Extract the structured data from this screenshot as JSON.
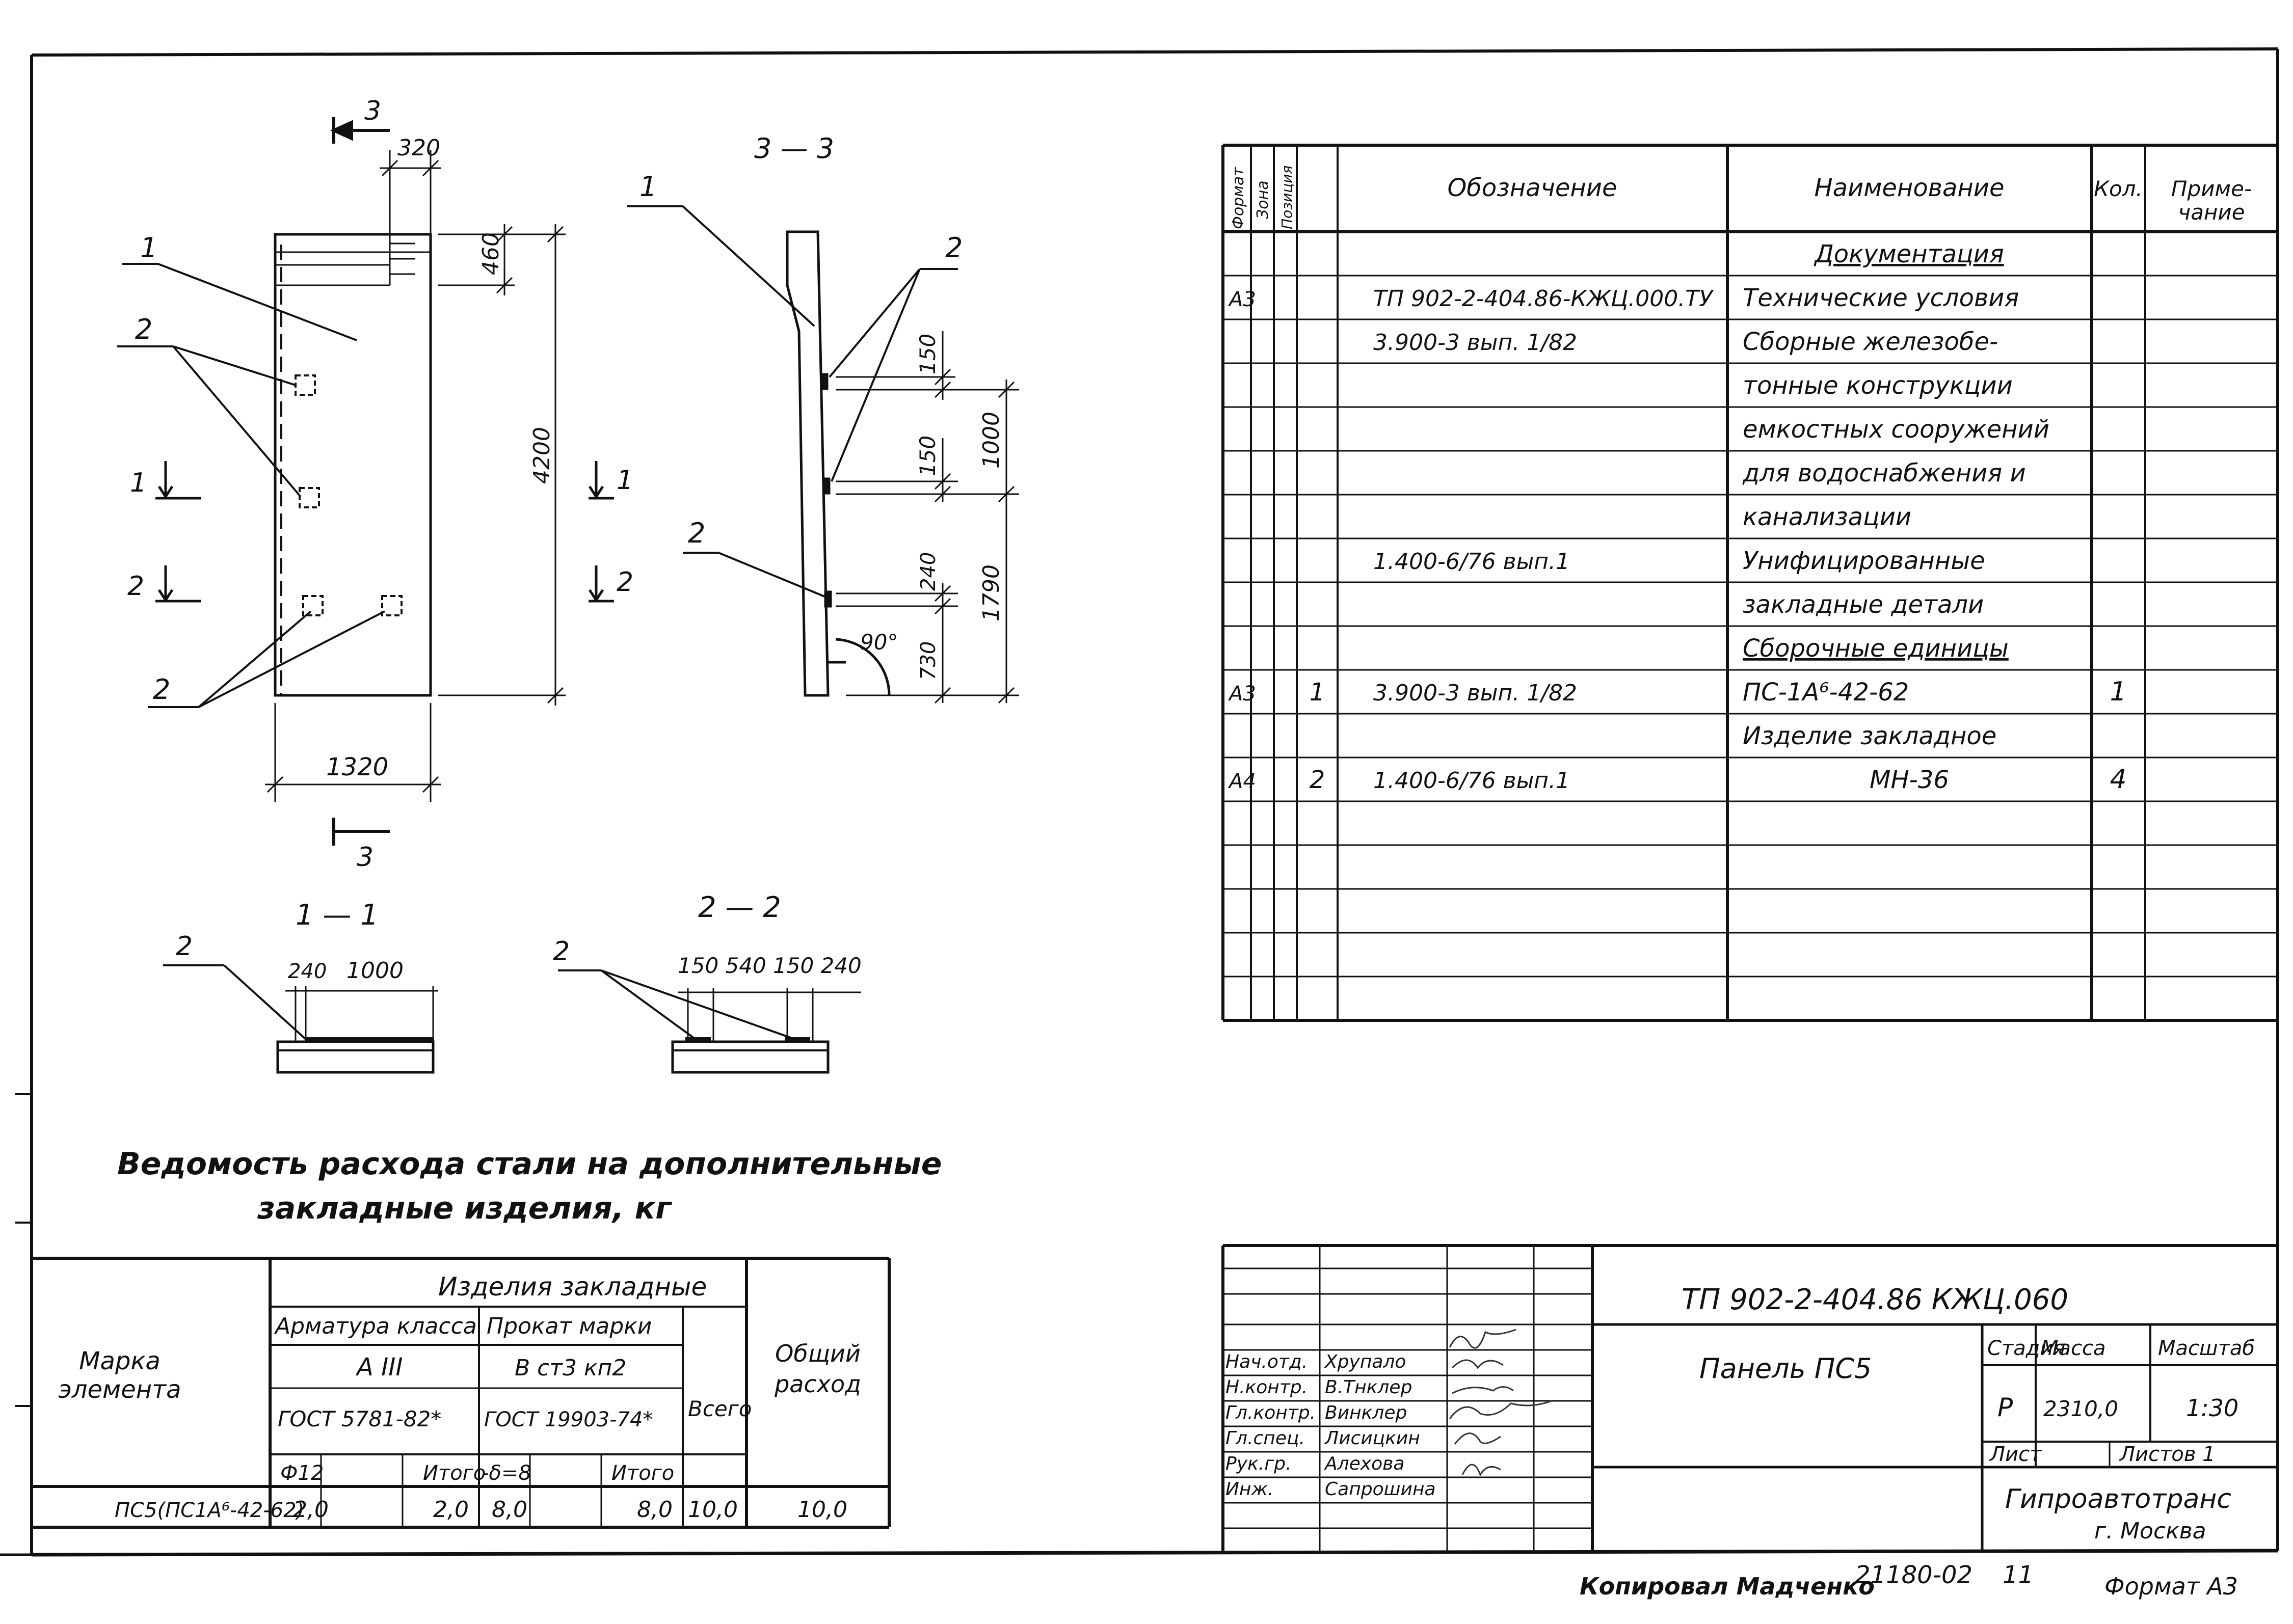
{
  "drawing": {
    "section_marks": {
      "top_mark": "3",
      "bottom_mark": "3",
      "view_33_title": "3 — 3",
      "view_11_title": "1 — 1",
      "view_22_title": "2 — 2",
      "cut_1_left": "1",
      "cut_2_left": "2",
      "cut_1_right": "1",
      "cut_2_right": "2"
    },
    "callouts": {
      "p1_front": "1",
      "p2_front": "2",
      "p2_front_low": "2",
      "p1_side": "1",
      "p2_side_top": "2",
      "p2_side_low": "2",
      "p2_view11": "2",
      "p2_view22": "2"
    },
    "dims": {
      "d320": "320",
      "d460": "460",
      "d4200": "4200",
      "d1320": "1320",
      "d150a": "150",
      "d150b": "150",
      "d240": "240",
      "d730": "730",
      "d1000": "1000",
      "d1790": "1790",
      "angle": "90°",
      "v11_240": "240",
      "v11_1000": "1000",
      "v22_seq": "150 540 150 240"
    }
  },
  "spec_table": {
    "headers": {
      "format": "Формат",
      "zone": "Зона",
      "position": "Позиция",
      "designation": "Обозначение",
      "name": "Наименование",
      "qty": "Кол.",
      "note": "Приме-чание"
    },
    "rows": [
      {
        "format": "",
        "pos": "",
        "designation": "",
        "name": "Документация",
        "qty": ""
      },
      {
        "format": "А3",
        "pos": "",
        "designation": "ТП 902-2-404.86-КЖЦ.000.ТУ",
        "name": "Технические условия",
        "qty": ""
      },
      {
        "format": "",
        "pos": "",
        "designation": "3.900-3 вып. 1/82",
        "name": "Сборные железобе-",
        "qty": ""
      },
      {
        "format": "",
        "pos": "",
        "designation": "",
        "name": "тонные конструкции",
        "qty": ""
      },
      {
        "format": "",
        "pos": "",
        "designation": "",
        "name": "емкостных сооружений",
        "qty": ""
      },
      {
        "format": "",
        "pos": "",
        "designation": "",
        "name": "для водоснабжения и",
        "qty": ""
      },
      {
        "format": "",
        "pos": "",
        "designation": "",
        "name": "канализации",
        "qty": ""
      },
      {
        "format": "",
        "pos": "",
        "designation": "1.400-6/76 вып.1",
        "name": "Унифицированные",
        "qty": ""
      },
      {
        "format": "",
        "pos": "",
        "designation": "",
        "name": "закладные детали",
        "qty": ""
      },
      {
        "format": "",
        "pos": "",
        "designation": "",
        "name": "Сборочные единицы",
        "qty": ""
      },
      {
        "format": "А3",
        "pos": "1",
        "designation": "3.900-3 вып. 1/82",
        "name": "ПС-1А⁶-42-62",
        "qty": "1"
      },
      {
        "format": "",
        "pos": "",
        "designation": "",
        "name": "Изделие закладное",
        "qty": ""
      },
      {
        "format": "А4",
        "pos": "2",
        "designation": "1.400-6/76 вып.1",
        "name": "МН-36",
        "qty": "4"
      },
      {
        "format": "",
        "pos": "",
        "designation": "",
        "name": "",
        "qty": ""
      },
      {
        "format": "",
        "pos": "",
        "designation": "",
        "name": "",
        "qty": ""
      },
      {
        "format": "",
        "pos": "",
        "designation": "",
        "name": "",
        "qty": ""
      },
      {
        "format": "",
        "pos": "",
        "designation": "",
        "name": "",
        "qty": ""
      },
      {
        "format": "",
        "pos": "",
        "designation": "",
        "name": "",
        "qty": ""
      }
    ]
  },
  "steel_table": {
    "title_line1": "Ведомость расхода стали на дополнительные",
    "title_line2": "закладные изделия, кг",
    "col_mark": "Марка элемента",
    "group_header": "Изделия закладные",
    "rebar_class_label": "Арматура класса",
    "rebar_class": "А III",
    "rebar_gost": "ГОСТ 5781-82*",
    "rolled_label": "Прокат марки",
    "rolled_grade": "В ст3 кп2",
    "rolled_gost": "ГОСТ 19903-74*",
    "total_label": "Всего",
    "overall_label": "Общий расход",
    "sub_phi": "Ф12",
    "sub_itogo1": "Итого",
    "sub_delta": "-δ=8",
    "sub_itogo2": "Итого",
    "row": {
      "mark": "ПС5(ПС1А⁶-42-62)",
      "phi12": "2,0",
      "itogo1": "2,0",
      "delta8": "8,0",
      "itogo2": "8,0",
      "total": "10,0",
      "overall": "10,0"
    }
  },
  "title_block": {
    "code": "ТП 902-2-404.86   КЖЦ.060",
    "title": "Панель ПС5",
    "stage_label": "Стадия",
    "mass_label": "Масса",
    "scale_label": "Масштаб",
    "stage": "Р",
    "mass": "2310,0",
    "scale": "1:30",
    "sheet_label": "Лист",
    "sheets_label": "Листов 1",
    "org_line1": "Гипроавтотранс",
    "org_line2": "г. Москва",
    "people": [
      {
        "role": "Нач.отд.",
        "name": "Хрупало"
      },
      {
        "role": "Н.контр.",
        "name": "В.Тнклер"
      },
      {
        "role": "Гл.контр.",
        "name": "Винклер"
      },
      {
        "role": "Гл.спец.",
        "name": "Лисицкин"
      },
      {
        "role": "Рук.гр.",
        "name": "Алехова"
      },
      {
        "role": "Инж.",
        "name": "Сапрошина"
      }
    ]
  },
  "footer": {
    "copied": "Копировал Мадченко",
    "number": "21180-02",
    "sheet": "11",
    "format": "Формат А3"
  }
}
